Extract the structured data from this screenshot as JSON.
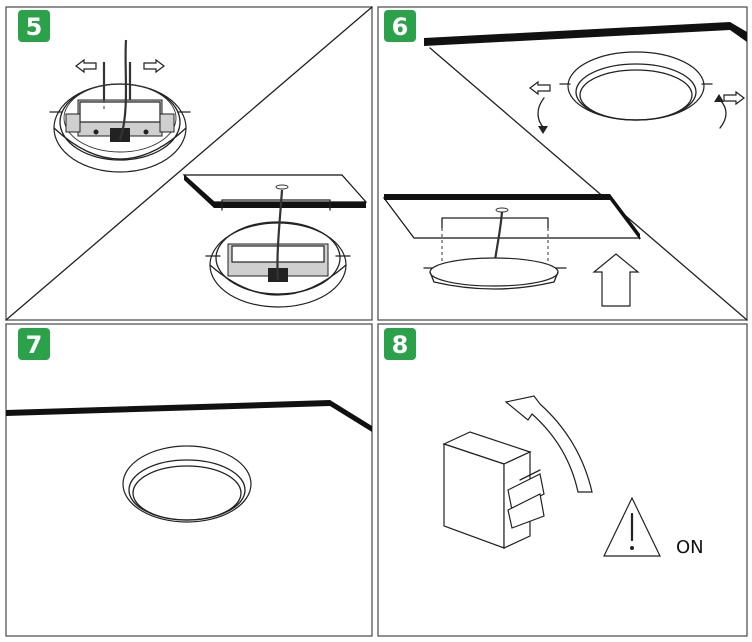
{
  "steps": [
    {
      "number": "5",
      "accent": "#2ba24a"
    },
    {
      "number": "6",
      "accent": "#2ba24a"
    },
    {
      "number": "7",
      "accent": "#2ba24a"
    },
    {
      "number": "8",
      "accent": "#2ba24a"
    }
  ],
  "step8": {
    "power_label": "ON",
    "warning_icon": "warning-triangle-icon",
    "switch_icon": "circuit-breaker-icon"
  },
  "icons": [
    "arrow-left-icon",
    "arrow-right-icon",
    "rotate-down-icon",
    "rotate-up-icon",
    "push-up-arrow-icon",
    "curved-arrow-icon"
  ]
}
